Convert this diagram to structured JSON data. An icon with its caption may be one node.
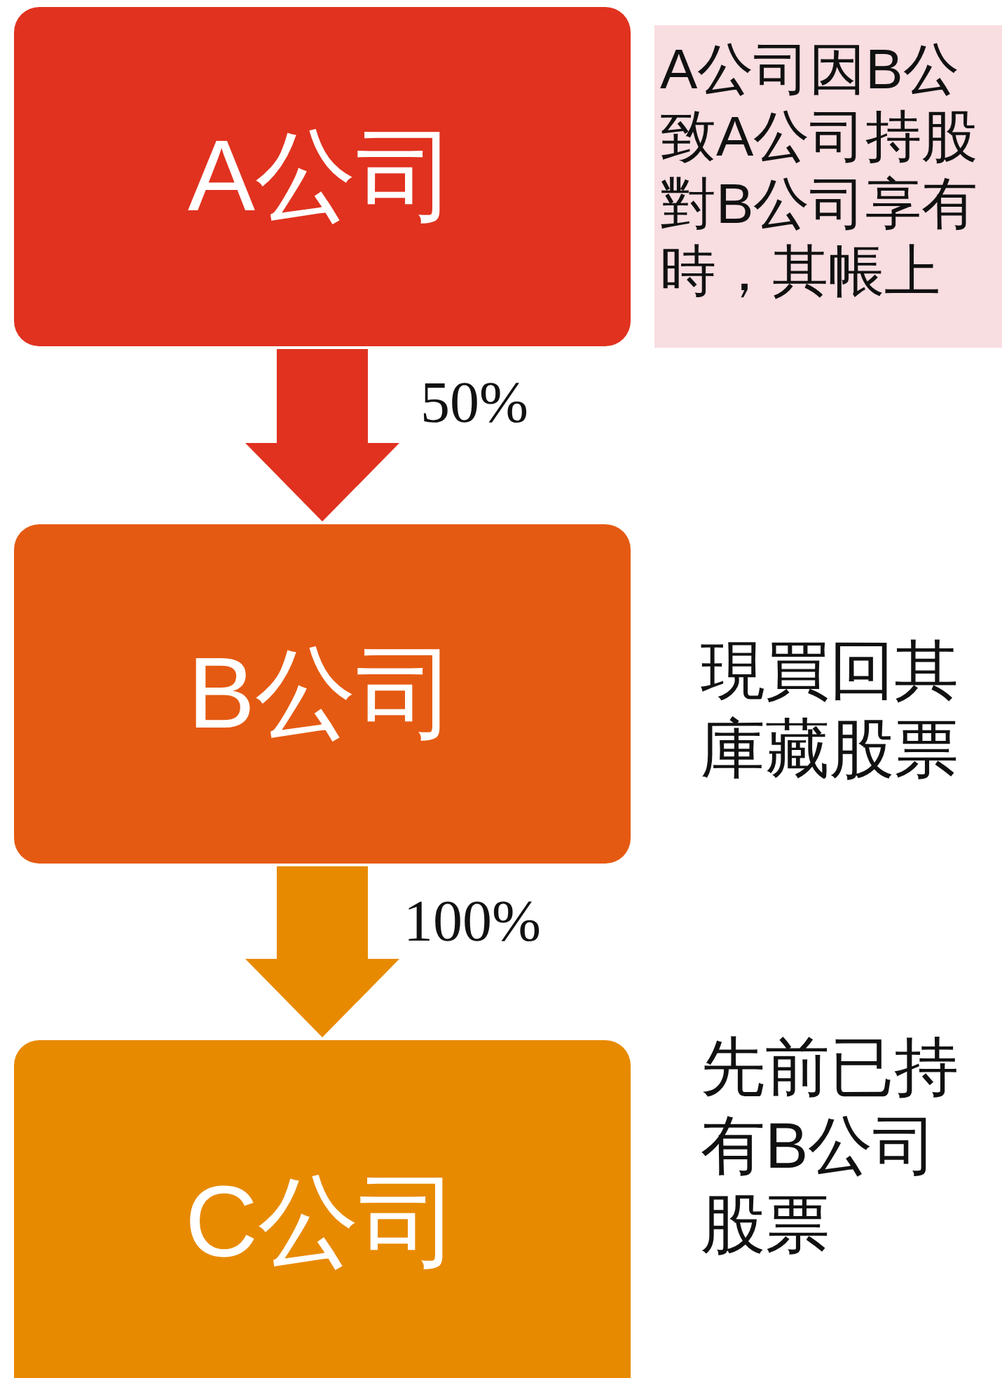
{
  "diagram": {
    "nodes": [
      {
        "text": [
          "A公司"
        ]
      },
      {
        "text": [
          "B公司"
        ],
        "beside": [
          "現買回其庫藏股票"
        ]
      },
      {
        "text": [
          "C公司"
        ],
        "beside": [
          "先前已持有B公司股票"
        ]
      },
      {
        "text": [
          "A公司因B公致A公司持股對B公司享有時，其帳上"
        ]
      }
    ],
    "edges": [
      {
        "from": 0,
        "to": 1,
        "arrow": "to",
        "label": "50%",
        "color": "#e0321f"
      },
      {
        "from": 1,
        "to": 2,
        "arrow": "to",
        "label": "100%",
        "color": "#e88a00"
      }
    ]
  }
}
